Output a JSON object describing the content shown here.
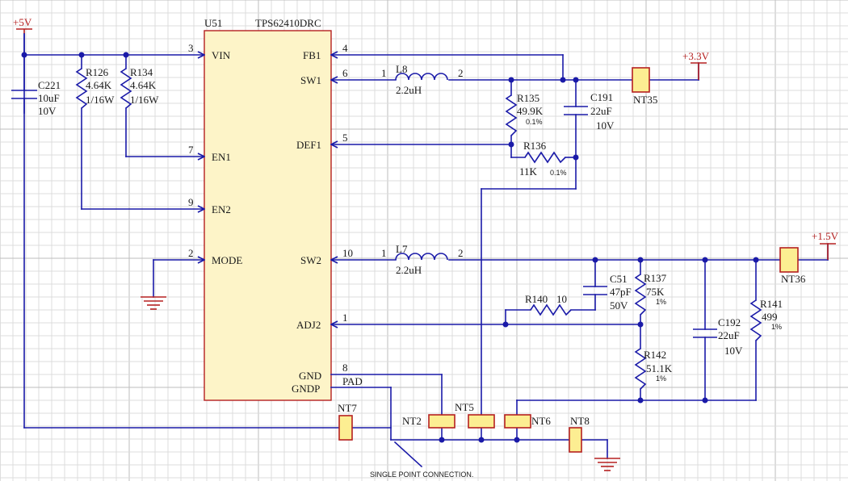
{
  "power": {
    "p5": "+5V",
    "p33": "+3.3V",
    "p15": "+1.5V"
  },
  "ic": {
    "ref": "U51",
    "part": "TPS62410DRC",
    "pins": {
      "vin": "VIN",
      "vin_num": "3",
      "en1": "EN1",
      "en1_num": "7",
      "en2": "EN2",
      "en2_num": "9",
      "mode": "MODE",
      "mode_num": "2",
      "fb1": "FB1",
      "fb1_num": "4",
      "sw1": "SW1",
      "sw1_num": "6",
      "def1": "DEF1",
      "def1_num": "5",
      "sw2": "SW2",
      "sw2_num": "10",
      "adj2": "ADJ2",
      "adj2_num": "1",
      "gnd": "GND",
      "gnd_num": "8",
      "pad": "PAD",
      "gndp": "GNDP"
    }
  },
  "parts": {
    "c221": {
      "ref": "C221",
      "value": "10uF",
      "rating": "10V"
    },
    "r126": {
      "ref": "R126",
      "value": "4.64K",
      "rating": "1/16W"
    },
    "r134": {
      "ref": "R134",
      "value": "4.64K",
      "rating": "1/16W"
    },
    "l8": {
      "ref": "L8",
      "value": "2.2uH",
      "pin1": "1",
      "pin2": "2"
    },
    "l7": {
      "ref": "L7",
      "value": "2.2uH",
      "pin1": "1",
      "pin2": "2"
    },
    "r135": {
      "ref": "R135",
      "value": "49.9K",
      "tol": "0.1%"
    },
    "c191": {
      "ref": "C191",
      "value": "22uF",
      "rating": "10V"
    },
    "r136": {
      "ref": "R136",
      "value": "11K",
      "tol": "0.1%"
    },
    "c51": {
      "ref": "C51",
      "value": "47pF",
      "rating": "50V"
    },
    "r137": {
      "ref": "R137",
      "value": "75K",
      "tol": "1%"
    },
    "r140": {
      "ref": "R140",
      "value": "10"
    },
    "r142": {
      "ref": "R142",
      "value": "51.1K",
      "tol": "1%"
    },
    "c192": {
      "ref": "C192",
      "value": "22uF",
      "rating": "10V"
    },
    "r141": {
      "ref": "R141",
      "value": "499",
      "tol": "1%"
    }
  },
  "nets": {
    "nt35": "NT35",
    "nt36": "NT36",
    "nt7": "NT7",
    "nt2": "NT2",
    "nt5": "NT5",
    "nt6": "NT6",
    "nt8": "NT8"
  },
  "note": "SINGLE POINT CONNECTION."
}
